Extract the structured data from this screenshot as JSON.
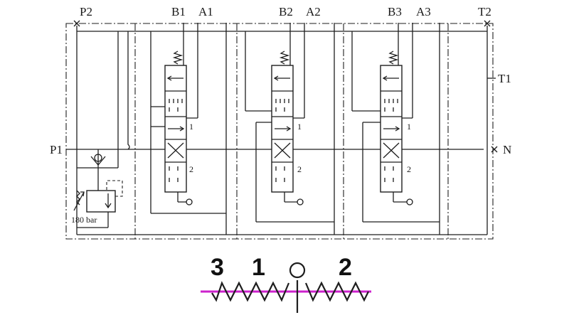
{
  "ports": {
    "p1": "P1",
    "p2": "P2",
    "t1": "T1",
    "t2": "T2",
    "n": "N"
  },
  "sections": [
    {
      "b": "B1",
      "a": "A1",
      "pos1": "1",
      "pos2": "2"
    },
    {
      "b": "B2",
      "a": "A2",
      "pos1": "1",
      "pos2": "2"
    },
    {
      "b": "B3",
      "a": "A3",
      "pos1": "1",
      "pos2": "2"
    }
  ],
  "relief_valve": {
    "setting": "180 bar"
  },
  "detent_legend": {
    "pos3": "3",
    "pos1": "1",
    "pos2": "2",
    "accent": "#cc22cc"
  }
}
